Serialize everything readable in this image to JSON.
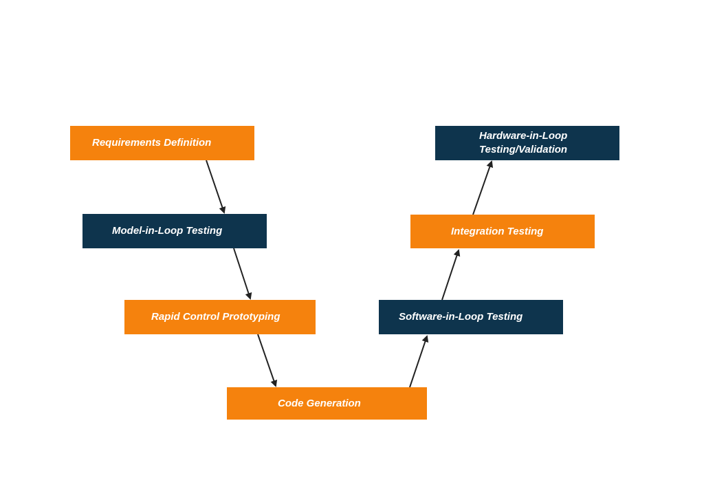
{
  "diagram": {
    "colors": {
      "orange": "#f5820d",
      "navy": "#0e344d",
      "arrow": "#222222",
      "text": "#ffffff"
    },
    "nodes": {
      "requirements": {
        "label": "Requirements Definition",
        "color": "orange"
      },
      "model_in_loop": {
        "label": "Model-in-Loop Testing",
        "color": "navy"
      },
      "rapid_prototyping": {
        "label": "Rapid Control Prototyping",
        "color": "orange"
      },
      "code_generation": {
        "label": "Code Generation",
        "color": "orange"
      },
      "software_in_loop": {
        "label": "Software-in-Loop Testing",
        "color": "navy"
      },
      "integration": {
        "label": "Integration Testing",
        "color": "orange"
      },
      "hardware_in_loop": {
        "label_line1": "Hardware-in-Loop",
        "label_line2": "Testing/Validation",
        "color": "navy"
      }
    },
    "edges": [
      {
        "from": "requirements",
        "to": "model_in_loop"
      },
      {
        "from": "model_in_loop",
        "to": "rapid_prototyping"
      },
      {
        "from": "rapid_prototyping",
        "to": "code_generation"
      },
      {
        "from": "code_generation",
        "to": "software_in_loop"
      },
      {
        "from": "software_in_loop",
        "to": "integration"
      },
      {
        "from": "integration",
        "to": "hardware_in_loop"
      }
    ]
  }
}
